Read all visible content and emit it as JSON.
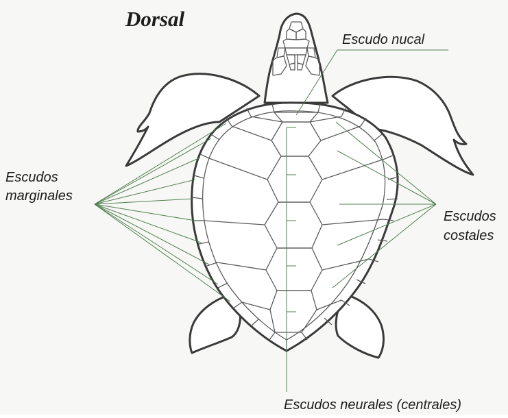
{
  "title": "Dorsal",
  "labels": {
    "nuchal": "Escudo nucal",
    "marginal_line1": "Escudos",
    "marginal_line2": "marginales",
    "costal_line1": "Escudos",
    "costal_line2": "costales",
    "neural": "Escudos neurales (centrales)"
  },
  "colors": {
    "background": "#f7f7f6",
    "outline": "#3a3a3a",
    "leader_lines": "#4f7f4f",
    "text": "#1d1d1d"
  }
}
